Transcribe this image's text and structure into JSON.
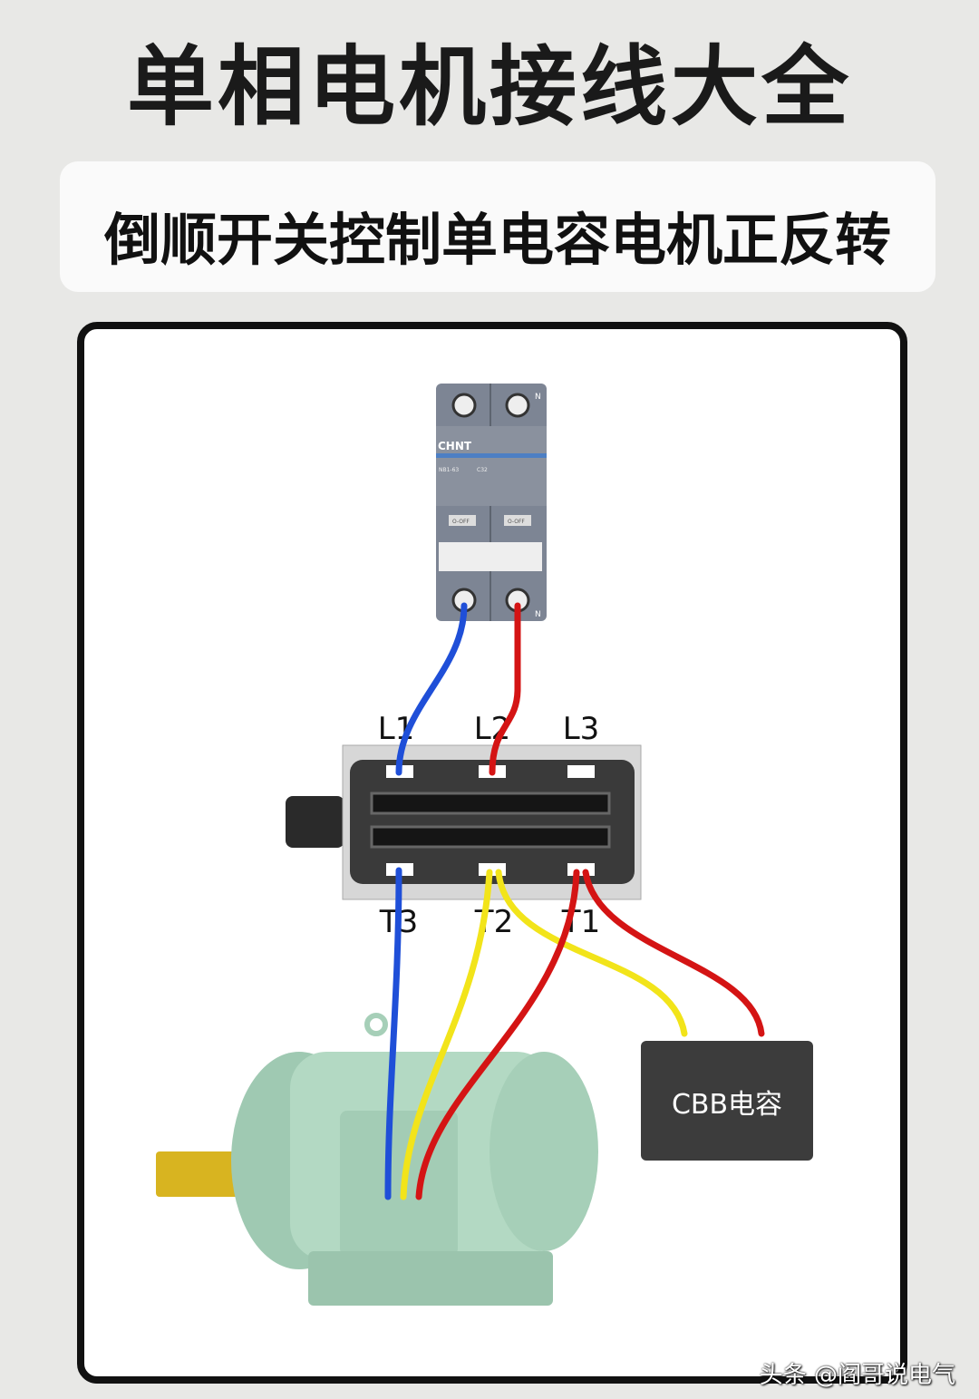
{
  "title": "单相电机接线大全",
  "subtitle": "倒顺开关控制单电容电机正反转",
  "breaker": {
    "brand": "CHNT",
    "model": "NB1-63",
    "rating": "C32",
    "state_left": "O-OFF",
    "state_right": "O-OFF",
    "neutral_mark": "N"
  },
  "switch_terminals": {
    "top": [
      "L1",
      "L2",
      "L3"
    ],
    "bottom": [
      "T3",
      "T2",
      "T1"
    ]
  },
  "capacitor_label": "CBB电容",
  "watermark": "头条 @阎哥说电气",
  "colors": {
    "blue_wire": "#1f4fd8",
    "red_wire": "#d41414",
    "yellow_wire": "#f2e41a",
    "motor": "#b3d9c3",
    "capacitor": "#3c3c3c"
  }
}
